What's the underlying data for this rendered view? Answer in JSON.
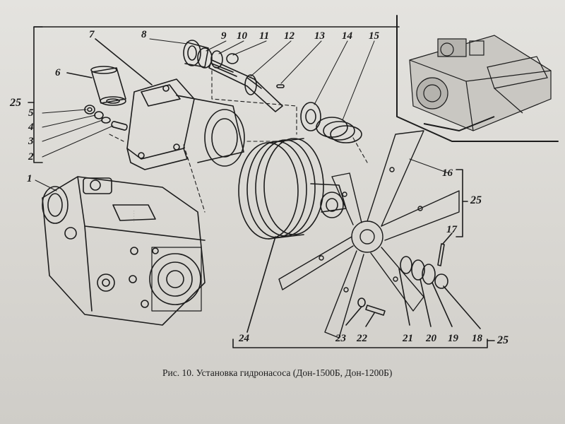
{
  "figure": {
    "caption": "Рис. 10. Установка гидронасоса (Дон-1500Б, Дон-1200Б)",
    "group_label": "25",
    "callouts": [
      "1",
      "2",
      "3",
      "4",
      "5",
      "6",
      "7",
      "8",
      "9",
      "10",
      "11",
      "12",
      "13",
      "14",
      "15",
      "16",
      "17",
      "18",
      "19",
      "20",
      "21",
      "22",
      "23",
      "24"
    ]
  },
  "colors": {
    "paper": "#e4e3df",
    "ink": "#1a1a1a"
  }
}
